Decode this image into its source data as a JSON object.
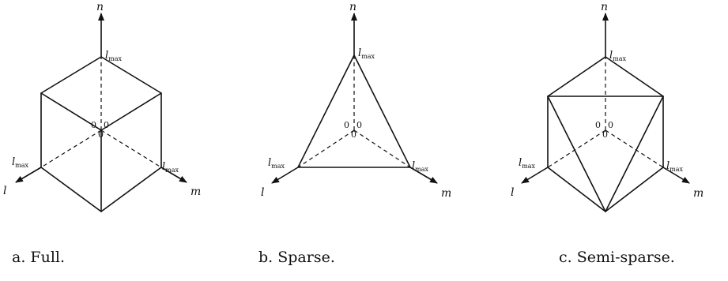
{
  "axes": {
    "n": "n",
    "l": "l",
    "m": "m"
  },
  "lmax": {
    "main": "l",
    "sub": "max"
  },
  "origin_labels": {
    "top_left": "0",
    "top_right": "0",
    "bottom": "0"
  },
  "panels": [
    {
      "caption": "a. Full."
    },
    {
      "caption": "b. Sparse."
    },
    {
      "caption": "c. Semi-sparse."
    }
  ]
}
